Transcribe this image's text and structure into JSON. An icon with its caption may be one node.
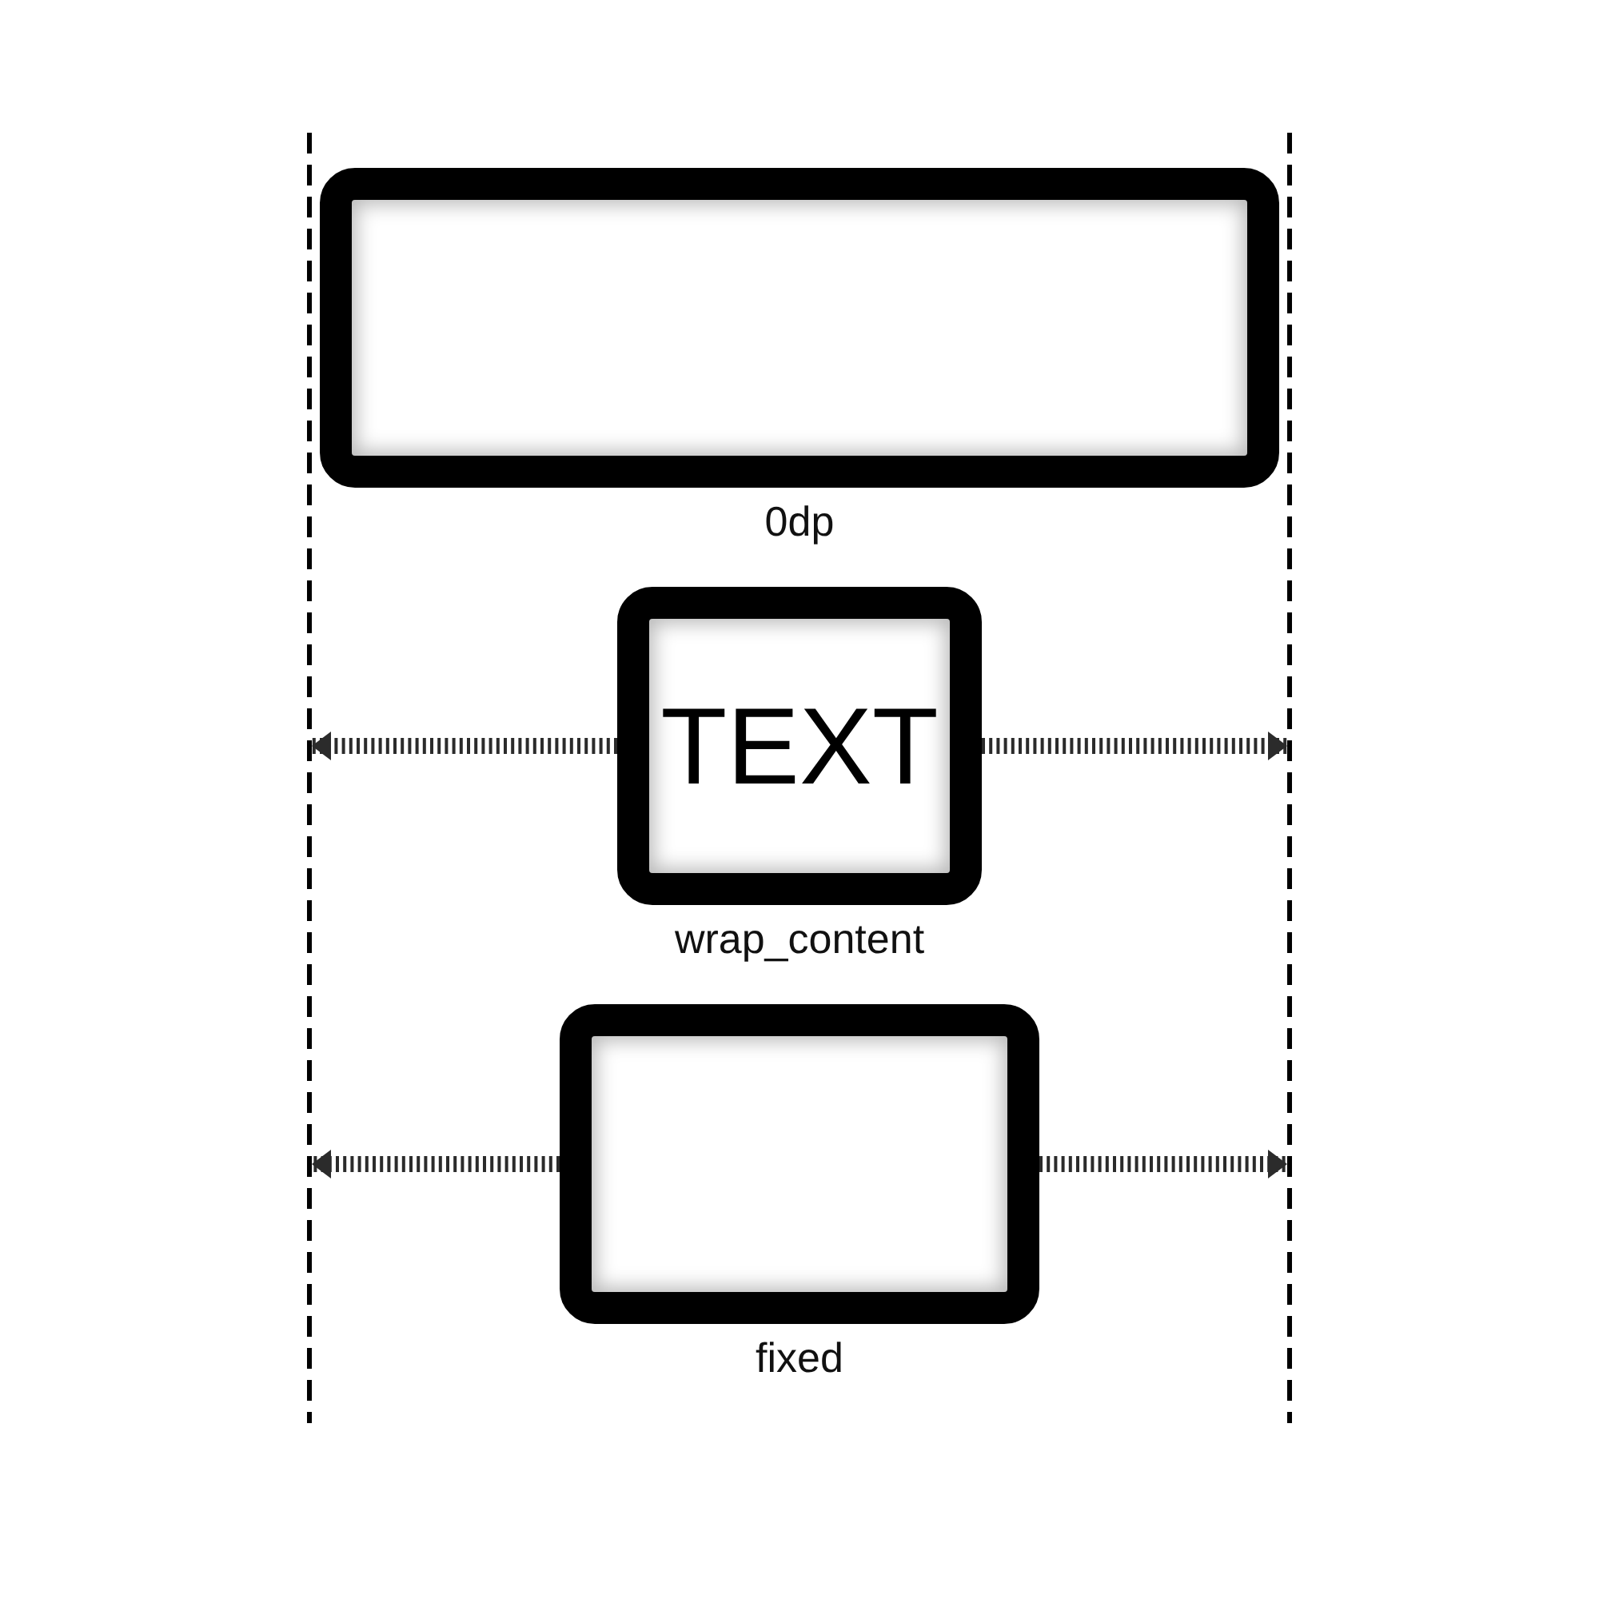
{
  "diagram": {
    "nodes": [
      {
        "text": [],
        "shape": "line"
      },
      {
        "text": [],
        "shape": "line"
      },
      {
        "text": [],
        "shape": "box",
        "beside": [
          "0dp"
        ]
      },
      {
        "text": [
          "TEXT"
        ],
        "beside": [
          "wrap_content"
        ]
      },
      {
        "text": [],
        "shape": "box",
        "beside": [
          "fixed"
        ]
      }
    ],
    "edges": [
      {
        "from": 3,
        "to": 0,
        "arrow": "to",
        "style": "dashed"
      },
      {
        "from": 3,
        "to": 1,
        "arrow": "to",
        "style": "dashed"
      },
      {
        "from": 4,
        "to": 0,
        "arrow": "to",
        "style": "dashed"
      },
      {
        "from": 4,
        "to": 1,
        "arrow": "to",
        "style": "dashed"
      }
    ]
  }
}
